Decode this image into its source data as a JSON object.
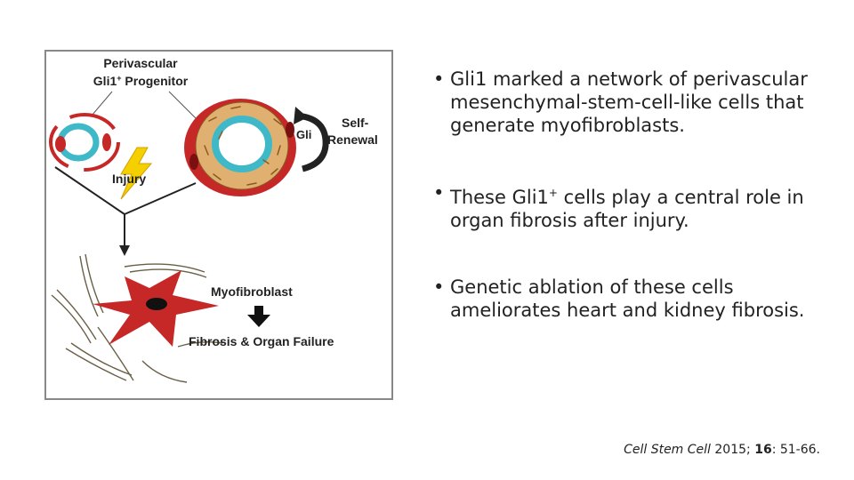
{
  "figure": {
    "label_progenitor_line1": "Perivascular",
    "label_progenitor_line2": "Gli1",
    "label_progenitor_sup": "+",
    "label_progenitor_line2_rest": " Progenitor",
    "label_injury": "Injury",
    "label_gli": "Gli",
    "label_self_renewal_line1": "Self-",
    "label_self_renewal_line2": "Renewal",
    "label_myofibroblast": "Myofibroblast",
    "label_outcome": "Fibrosis & Organ Failure",
    "colors": {
      "vessel_red": "#c62828",
      "lumen_cyan": "#3fb8c8",
      "progenitor_tan": "#e0b070",
      "injury_yellow": "#f5d000",
      "fiber_olive": "#6b6045",
      "frame_grey": "#888888"
    }
  },
  "bullets": [
    {
      "bullet": "•",
      "text": "Gli1 marked a network of perivascular mesenchymal-stem-cell-like cells that generate myofibroblasts."
    },
    {
      "bullet": "•",
      "text_pre": "These Gli1",
      "text_sup": "+",
      "text_post": " cells play a central role in organ fibrosis after injury."
    },
    {
      "bullet": "•",
      "text": "Genetic ablation of these cells ameliorates heart and kidney fibrosis."
    }
  ],
  "citation": {
    "journal": "Cell Stem Cell",
    "year": " 2015; ",
    "volume": "16",
    "pages": ": 51-66."
  }
}
